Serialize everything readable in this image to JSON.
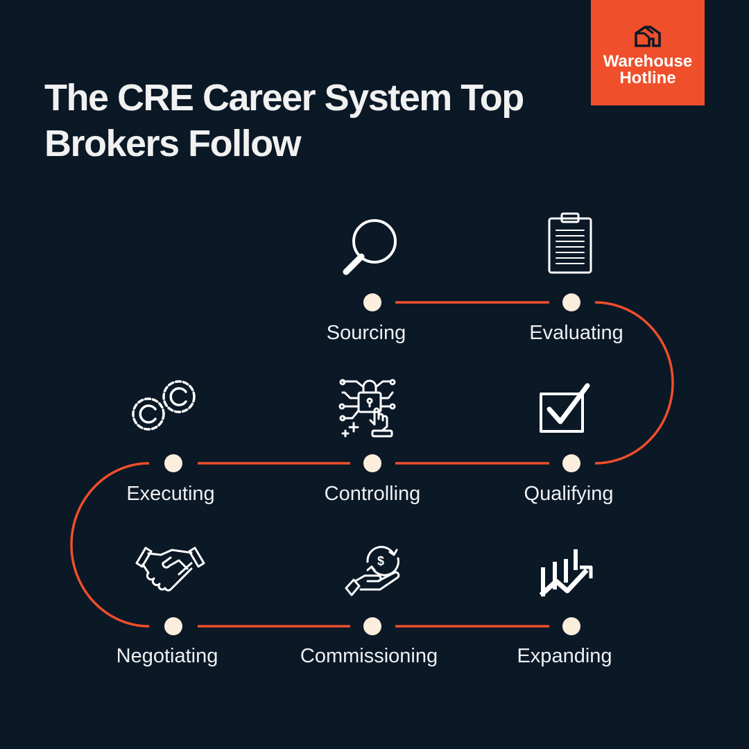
{
  "title": "The CRE Career System Top Brokers Follow",
  "title_lines": [
    "The CRE Career System Top",
    "Brokers Follow"
  ],
  "logo": {
    "line1": "Warehouse",
    "line2": "Hotline",
    "icon": "warehouse-icon"
  },
  "colors": {
    "background": "#0b1826",
    "accent": "#ef4f2b",
    "dot": "#fbeedd"
  },
  "steps": [
    {
      "label": "Sourcing",
      "icon": "magnifying-glass-icon"
    },
    {
      "label": "Evaluating",
      "icon": "clipboard-icon"
    },
    {
      "label": "Qualifying",
      "icon": "checkbox-icon"
    },
    {
      "label": "Controlling",
      "icon": "lock-circuit-hand-icon"
    },
    {
      "label": "Executing",
      "icon": "gears-icon"
    },
    {
      "label": "Negotiating",
      "icon": "handshake-icon"
    },
    {
      "label": "Commissioning",
      "icon": "hand-dollar-icon"
    },
    {
      "label": "Expanding",
      "icon": "growth-chart-icon"
    }
  ]
}
